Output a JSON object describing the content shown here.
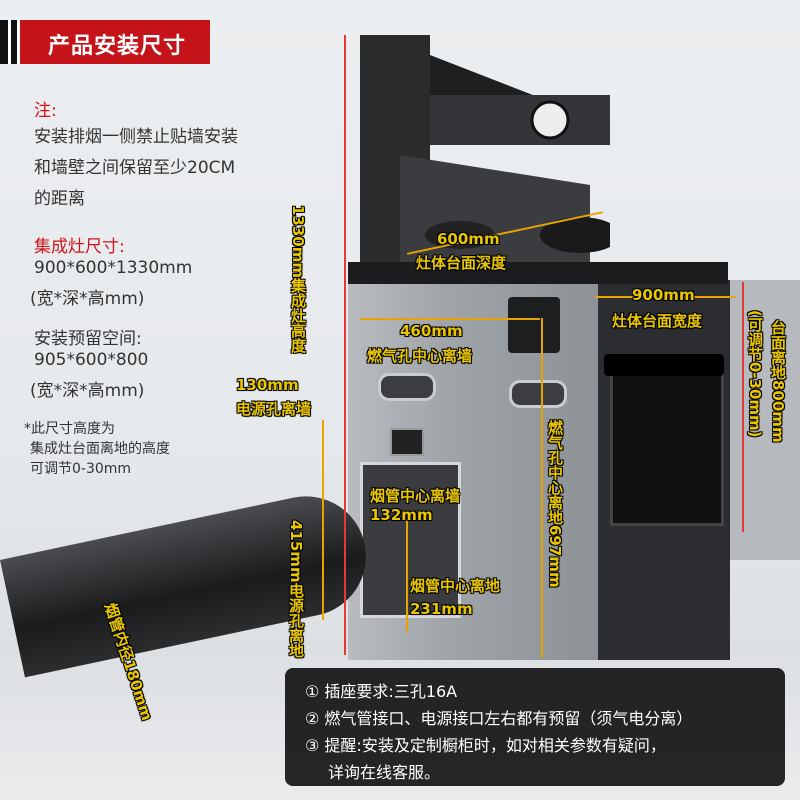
{
  "header": {
    "title": "产品安装尺寸"
  },
  "note": {
    "label": "注:",
    "lines": [
      "安装排烟一侧禁止贴墙安装",
      "和墙壁之间保留至少20CM",
      "的距离"
    ]
  },
  "stove_size": {
    "label": "集成灶尺寸:",
    "value": "900*600*1330mm",
    "unit": "(宽*深*高mm)"
  },
  "install_space": {
    "label": "安装预留空间:",
    "value": "905*600*800",
    "unit": "(宽*深*高mm)"
  },
  "footnote": [
    "*此尺寸高度为",
    "集成灶台面离地的高度",
    "可调节0-30mm"
  ],
  "dimensions": {
    "height_total": "1330mm集成灶高度",
    "depth_value": "600mm",
    "depth_label": "灶体台面深度",
    "width_value": "900mm",
    "width_label": "灶体台面宽度",
    "counter_height": "台面离地800mm",
    "counter_adjust": "(可调节0-30mm)",
    "gas_wall_value": "460mm",
    "gas_wall_label": "燃气孔中心离墙",
    "power_wall_value": "130mm",
    "power_wall_label": "电源孔离墙",
    "gas_floor": "燃气孔中心离地697mm",
    "flue_wall_label": "烟管中心离墙",
    "flue_wall_value": "132mm",
    "power_floor": "415mm电源孔离地",
    "flue_floor_label": "烟管中心离地",
    "flue_floor_value": "231mm",
    "flue_diameter": "烟管内径180mm"
  },
  "requirements": [
    "① 插座要求:三孔16A",
    "② 燃气管接口、电源接口左右都有预留（须气电分离）",
    "③ 提醒:安装及定制橱柜时，如对相关参数有疑问，",
    "详询在线客服。"
  ],
  "colors": {
    "accent": "#c5131a",
    "dimension": "#e9c600",
    "note_red": "#d0141b"
  }
}
